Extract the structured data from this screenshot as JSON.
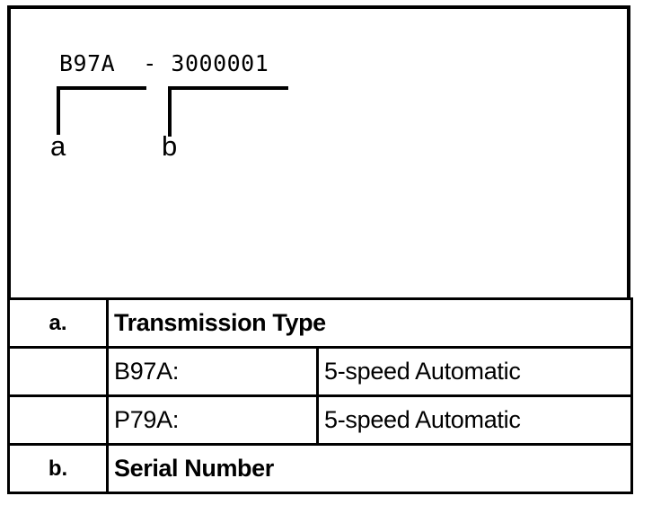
{
  "figure": {
    "serial_code": "B97A  - 3000001",
    "callouts": [
      {
        "id": "a",
        "label": "a"
      },
      {
        "id": "b",
        "label": "b"
      }
    ]
  },
  "legend": {
    "rows": [
      {
        "key": "a.",
        "title": "Transmission Type",
        "type": "header"
      },
      {
        "key": "",
        "code": "B97A:",
        "description": "5-speed Automatic",
        "type": "value"
      },
      {
        "key": "",
        "code": "P79A:",
        "description": "5-speed Automatic",
        "type": "value"
      },
      {
        "key": "b.",
        "title": "Serial Number",
        "type": "header"
      }
    ]
  },
  "colors": {
    "ink": "#000000",
    "paper": "#ffffff"
  }
}
